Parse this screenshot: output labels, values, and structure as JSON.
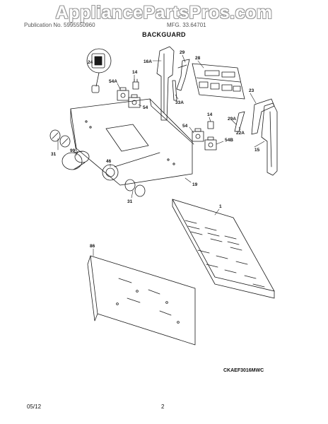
{
  "watermark": "AppliancePartsPros.com",
  "header": {
    "left_text": "Publication No. 5995550960",
    "mid_text": "MFG. 33.64701"
  },
  "section_title": "BACKGUARD",
  "part_labels": [
    "24",
    "16A",
    "29",
    "28",
    "14",
    "54A",
    "54",
    "33A",
    "23",
    "14",
    "29A",
    "54",
    "54B",
    "22A",
    "15",
    "31",
    "99",
    "46",
    "19",
    "31",
    "1",
    "86"
  ],
  "model_code": "CKAEF3016MWC",
  "footer": {
    "date": "05/12",
    "page": "2"
  },
  "colors": {
    "line": "#1a1a1a",
    "watermark_outline": "#9a9a9a",
    "background": "#ffffff"
  }
}
